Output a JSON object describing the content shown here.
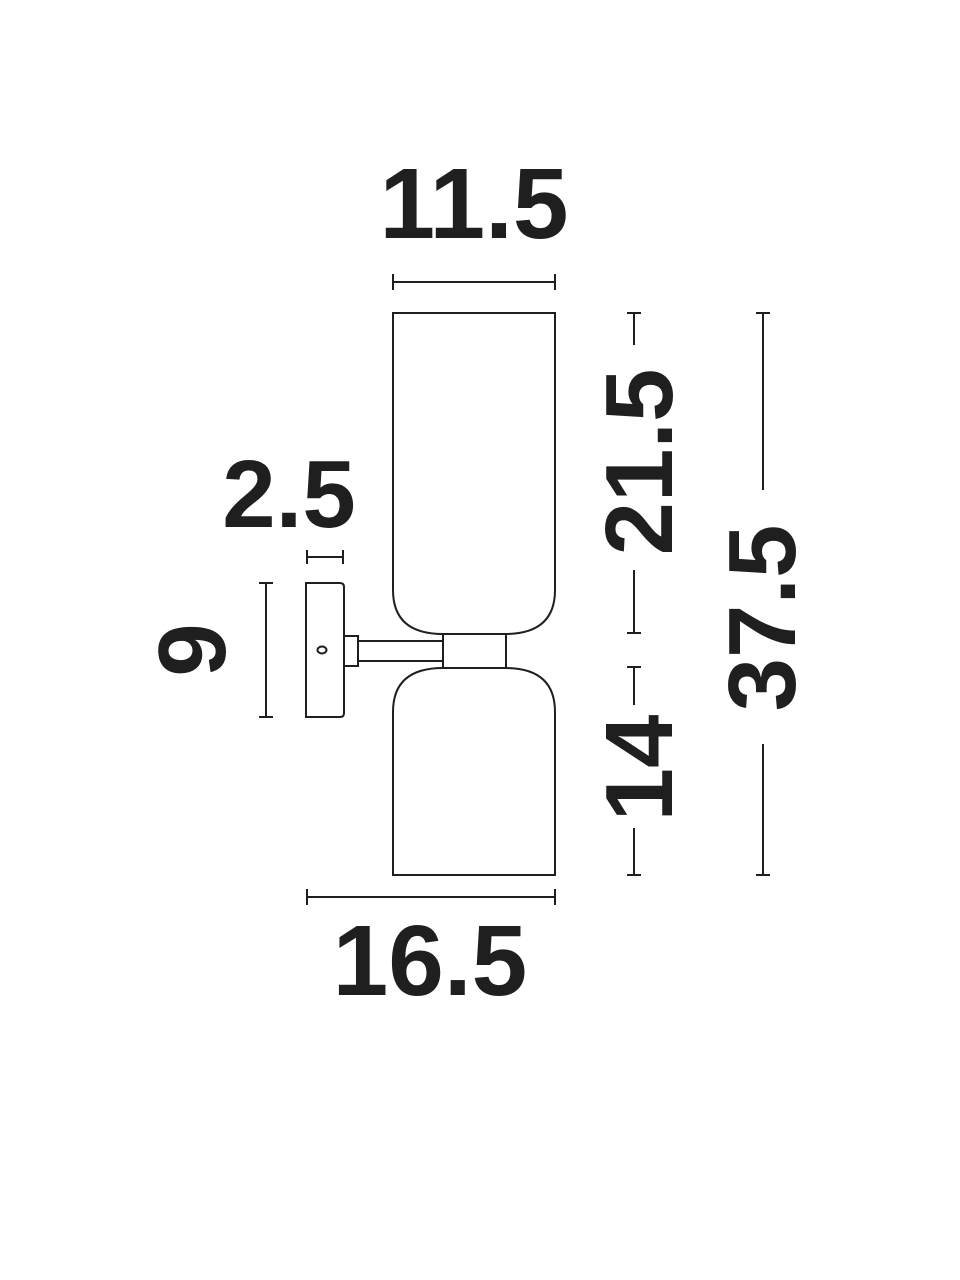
{
  "dimensions": {
    "top_width": "11.5",
    "bracket_depth": "2.5",
    "plate_height": "9",
    "upper_shade_height": "21.5",
    "lower_shade_height": "14",
    "total_height": "37.5",
    "total_depth": "16.5"
  }
}
